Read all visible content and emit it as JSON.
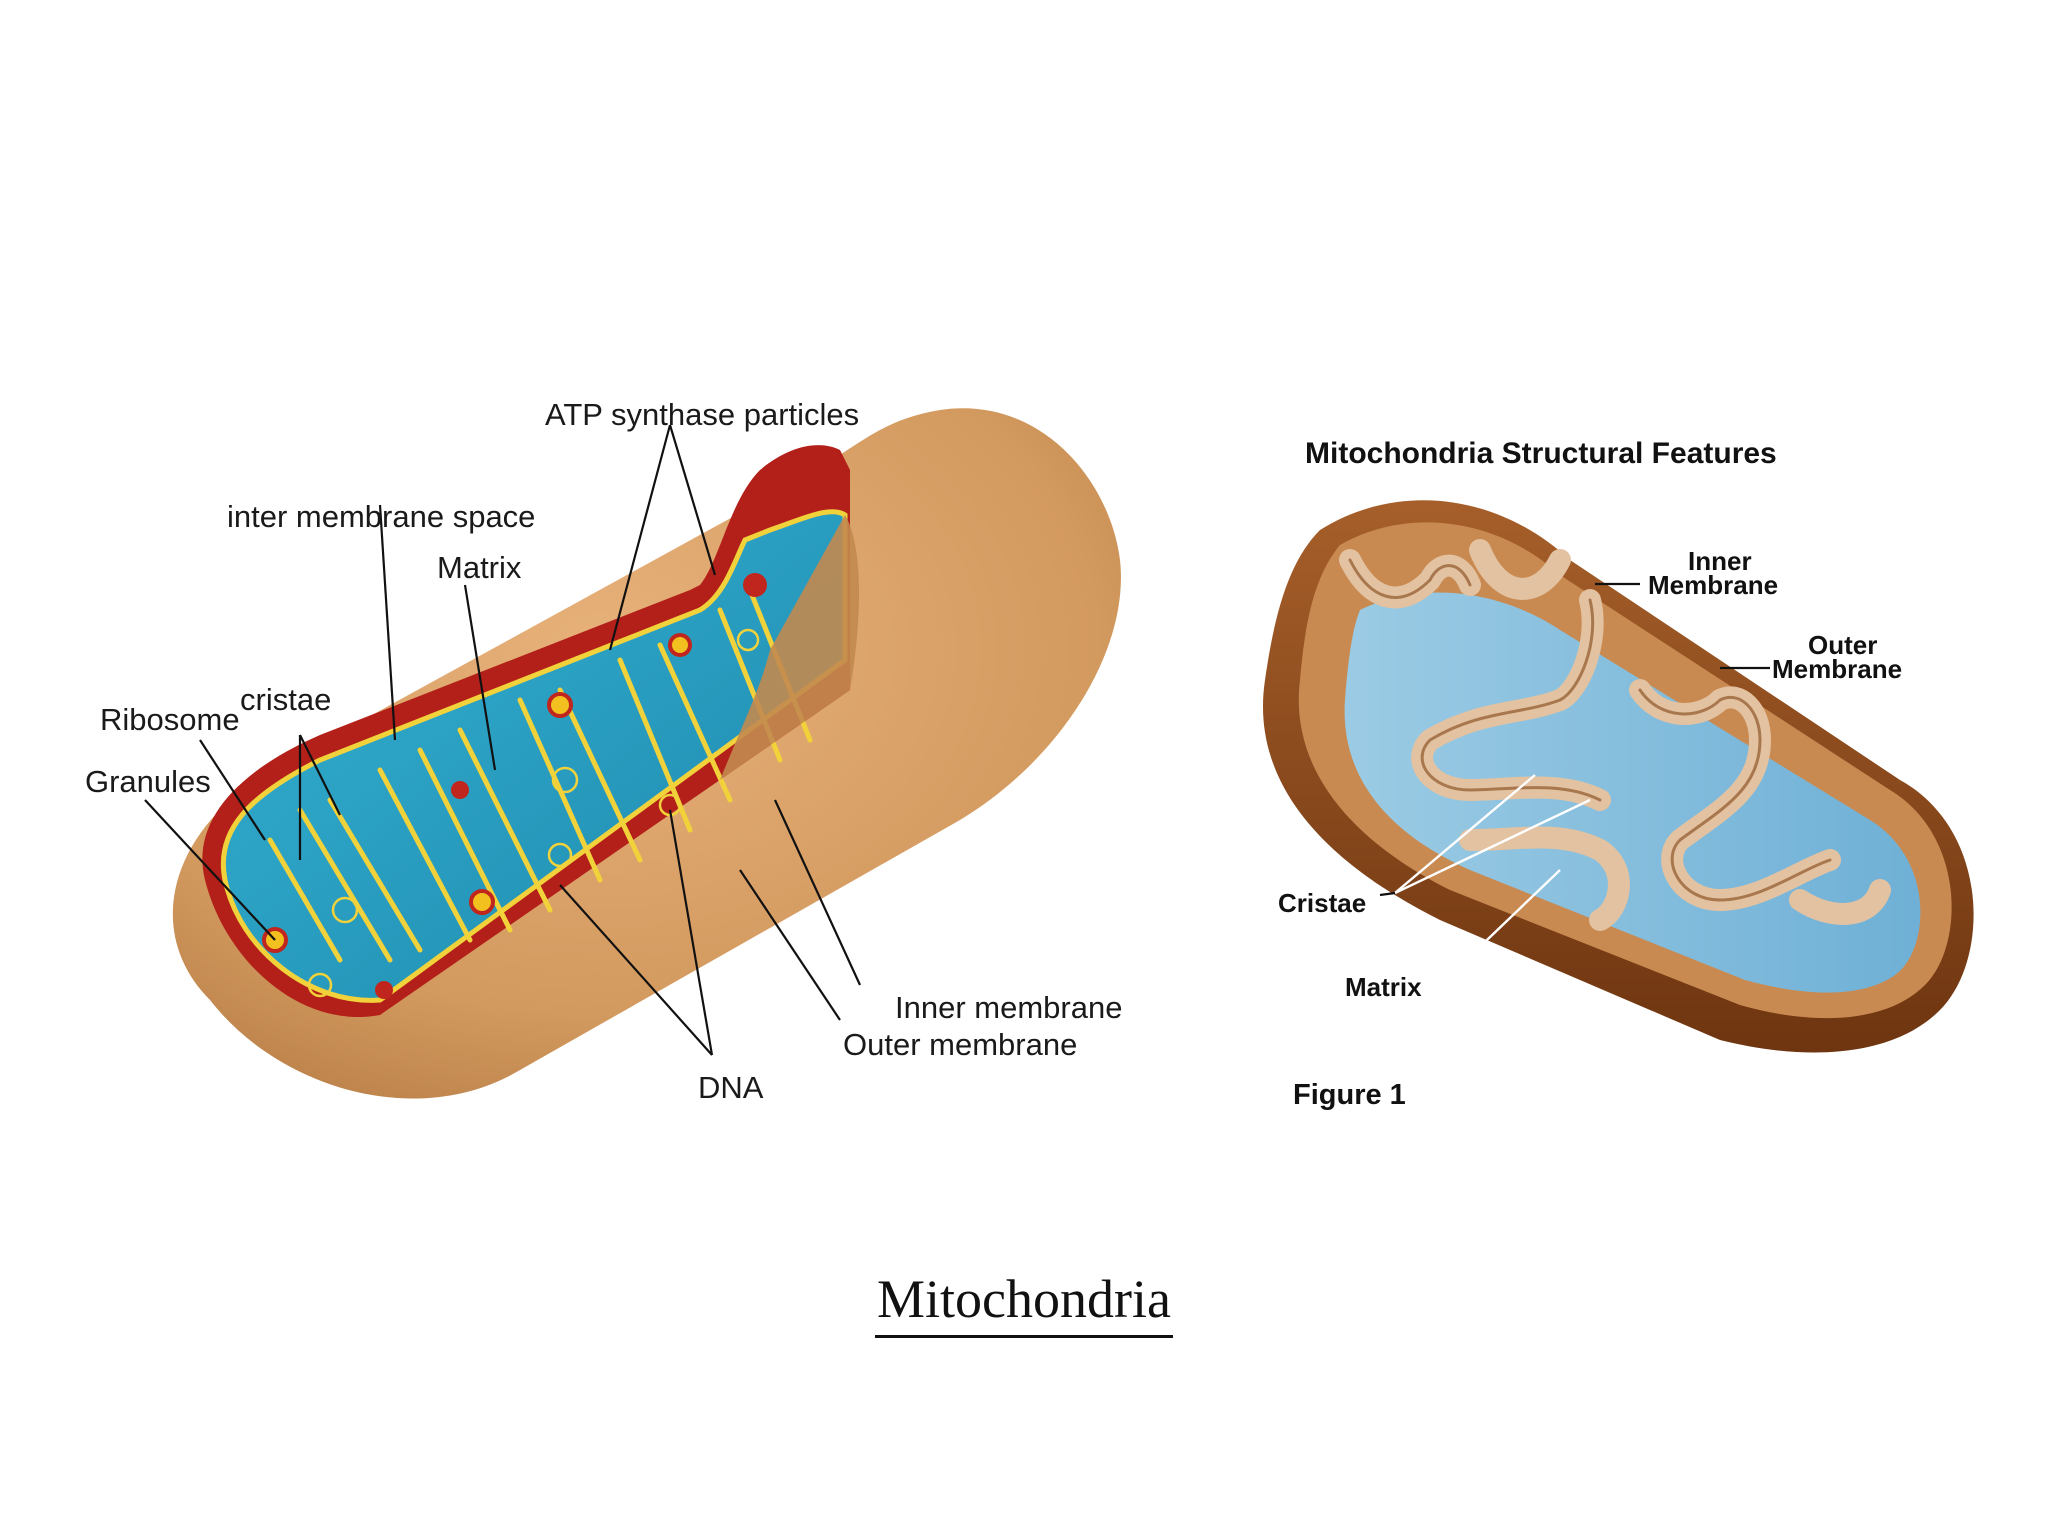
{
  "slide": {
    "title": "Mitochondria"
  },
  "left_diagram": {
    "labels": {
      "atp_synthase": "ATP synthase particles",
      "inter_membrane_space": "inter membrane space",
      "matrix": "Matrix",
      "cristae": "cristae",
      "ribosome": "Ribosome",
      "granules": "Granules",
      "inner_membrane": "Inner membrane",
      "outer_membrane": "Outer membrane",
      "dna": "DNA"
    },
    "colors": {
      "outer_body": "#d39a5f",
      "membrane_red": "#b3201a",
      "matrix_blue": "#2a9ec0",
      "inner_yellow": "#f2d23a"
    }
  },
  "right_diagram": {
    "title": "Mitochondria Structural Features",
    "labels": {
      "inner_membrane_1": "Inner",
      "inner_membrane_2": "Membrane",
      "outer_membrane_1": "Outer",
      "outer_membrane_2": "Membrane",
      "cristae": "Cristae",
      "matrix": "Matrix"
    },
    "caption": "Figure 1",
    "colors": {
      "shell": "#8a4a1c",
      "matrix": "#8ec3df",
      "fold": "#e3c2a1"
    }
  }
}
